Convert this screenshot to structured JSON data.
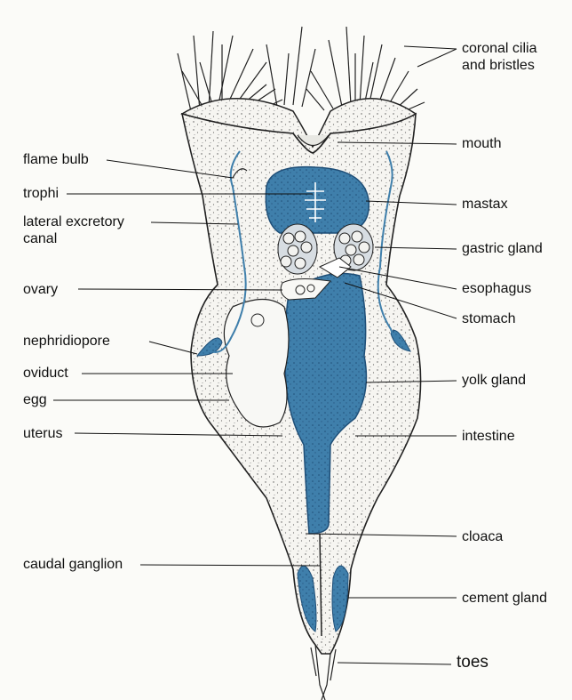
{
  "diagram": {
    "labels_left": [
      {
        "id": "flame-bulb",
        "text": "flame bulb"
      },
      {
        "id": "trophi",
        "text": "trophi"
      },
      {
        "id": "lateral-excretory-canal",
        "text": "lateral excretory\ncanal"
      },
      {
        "id": "ovary",
        "text": "ovary"
      },
      {
        "id": "nephridiopore",
        "text": "nephridiopore"
      },
      {
        "id": "oviduct",
        "text": "oviduct"
      },
      {
        "id": "egg",
        "text": "egg"
      },
      {
        "id": "uterus",
        "text": "uterus"
      },
      {
        "id": "caudal-ganglion",
        "text": "caudal ganglion"
      }
    ],
    "labels_right": [
      {
        "id": "coronal-cilia",
        "text": "coronal cilia\nand bristles"
      },
      {
        "id": "mouth",
        "text": "mouth"
      },
      {
        "id": "mastax",
        "text": "mastax"
      },
      {
        "id": "gastric-gland",
        "text": "gastric gland"
      },
      {
        "id": "esophagus",
        "text": "esophagus"
      },
      {
        "id": "stomach",
        "text": "stomach"
      },
      {
        "id": "yolk-gland",
        "text": "yolk gland"
      },
      {
        "id": "intestine",
        "text": "intestine"
      },
      {
        "id": "cloaca",
        "text": "cloaca"
      },
      {
        "id": "cement-gland",
        "text": "cement gland"
      },
      {
        "id": "toes",
        "text": "toes"
      }
    ],
    "colors": {
      "organ": "#3f7fab",
      "organ_dark": "#1f4f78",
      "outline": "#222222",
      "body": "#f4f3ef"
    }
  }
}
